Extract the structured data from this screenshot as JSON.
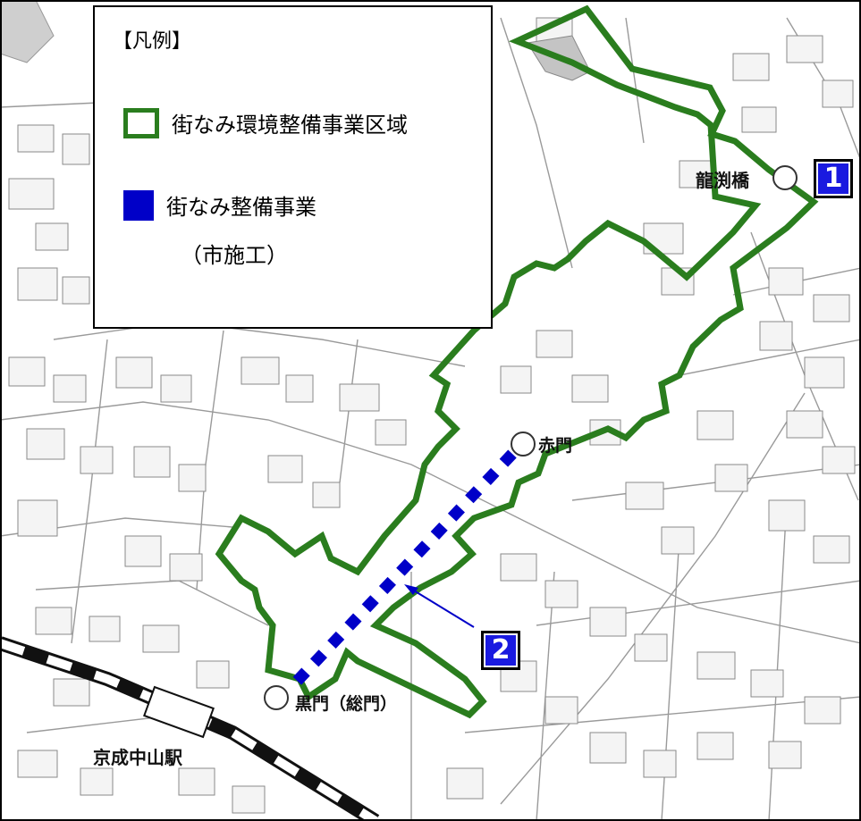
{
  "legend": {
    "title": "【凡例】",
    "items": [
      {
        "label": "街なみ環境整備事業区域",
        "color": "#2a7d1e"
      },
      {
        "label": "街なみ整備事業",
        "color": "#0000c8"
      }
    ],
    "sub_label": "（市施工）"
  },
  "places": {
    "ryuenkyo": "龍渕橋",
    "akamon": "赤門",
    "kuromon": "黒門（総門）",
    "station": "京成中山駅"
  },
  "markers": {
    "one": "1",
    "two": "2"
  },
  "colors": {
    "area_outline": "#2a7d1e",
    "project_line": "#0000c8",
    "badge": "#1a1ae0"
  }
}
